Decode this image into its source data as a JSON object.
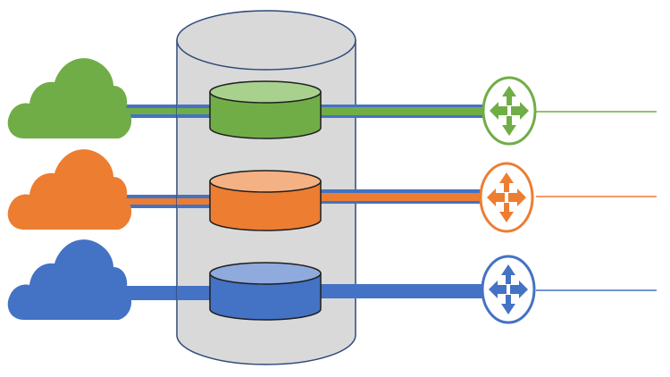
{
  "diagram": {
    "background": "#ffffff",
    "container": {
      "icon": "database-cylinder-icon",
      "fill": "#d9d9d9",
      "stroke": "#2f4a7a"
    },
    "channels": [
      {
        "id": "green",
        "color": "#70ad47",
        "fill": "#70ad47",
        "top_fill": "#a9d18e",
        "stroke": "#1f1f1f",
        "pipe_color": "#4472c4",
        "cloud_icon": "cloud-icon",
        "router_icon": "router-icon"
      },
      {
        "id": "orange",
        "color": "#ed7d31",
        "fill": "#ed7d31",
        "top_fill": "#f4b183",
        "stroke": "#1f1f1f",
        "pipe_color": "#4472c4",
        "cloud_icon": "cloud-icon",
        "router_icon": "router-icon"
      },
      {
        "id": "blue",
        "color": "#4472c4",
        "fill": "#4472c4",
        "top_fill": "#8faadc",
        "stroke": "#1f1f1f",
        "pipe_color": "#4472c4",
        "cloud_icon": "cloud-icon",
        "router_icon": "router-icon"
      }
    ]
  }
}
